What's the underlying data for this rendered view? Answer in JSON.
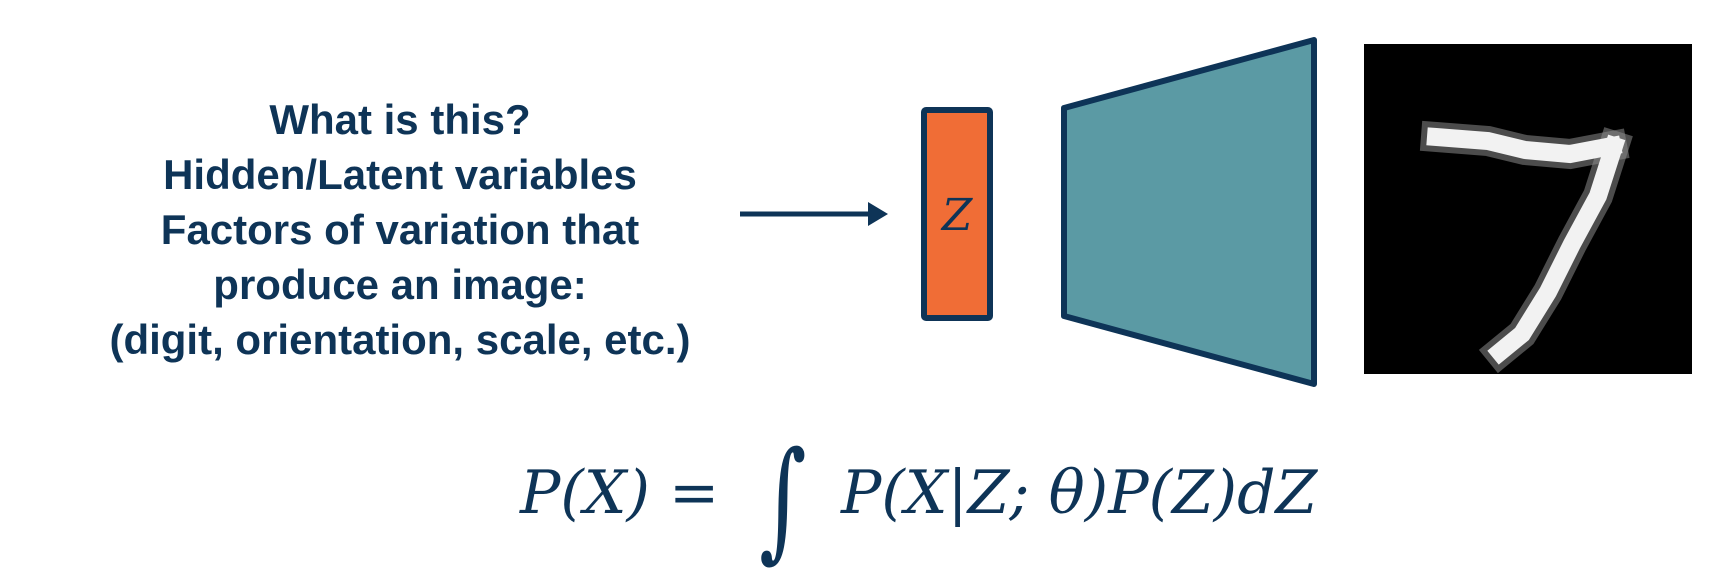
{
  "caption": {
    "lines": [
      "What is this?",
      "Hidden/Latent variables",
      "Factors of variation that",
      "produce an image:",
      "(digit, orientation, scale, etc.)"
    ]
  },
  "latent": {
    "label": "Z",
    "fill_color": "#f06d36"
  },
  "decoder": {
    "fill_color": "#5b9aa4"
  },
  "output_image": {
    "description_icon": "mnist-digit-seven",
    "background": "#000000"
  },
  "colors": {
    "text": "#0e3457",
    "stroke": "#0e3457"
  },
  "equation": {
    "lhs": "P(X) =",
    "integral": "∫",
    "rhs": "P(X|Z; θ)P(Z)dZ"
  }
}
